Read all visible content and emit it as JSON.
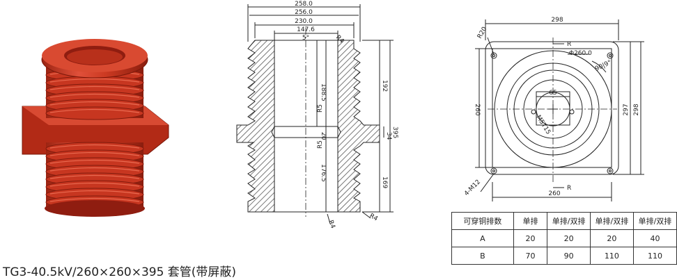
{
  "caption": "TG3-40.5kV/260×260×395 套管(带屏蔽)",
  "colors": {
    "insulator": "#c8321e",
    "insulator_dark": "#8f1d10",
    "insulator_light": "#e2543a",
    "hatch": "#555555",
    "line": "#222222"
  },
  "section": {
    "w_258": "258.0",
    "w_256": "256.0",
    "w_230": "230.0",
    "w_147": "147.6",
    "angle": "5°",
    "r4_top": "R4",
    "h_188": "188.5",
    "h_192": "192",
    "r5_a": "R5",
    "h_20": "20",
    "r5_b": "R5",
    "h_34": "34",
    "h_395": "395",
    "h_176": "176.5",
    "h_169": "169",
    "r4_bl": "R4",
    "r4_br": "R4"
  },
  "plan": {
    "w_298": "298",
    "r20": "R20",
    "r_top": "R",
    "dia260": "Φ260.0",
    "bolt_circle": "90|9°",
    "h_260": "260",
    "h_297": "297",
    "h_298": "298",
    "w_65": "65",
    "m5": "M5T15",
    "holes": "4-M12",
    "r_bottom": "R",
    "w_260": "260"
  },
  "table": {
    "header": [
      "可穿铜排数",
      "单排",
      "单排/双排",
      "单排/双排",
      "单排/双排"
    ],
    "rows": [
      [
        "A",
        "20",
        "20",
        "20",
        "40"
      ],
      [
        "B",
        "70",
        "90",
        "110",
        "110"
      ]
    ]
  }
}
